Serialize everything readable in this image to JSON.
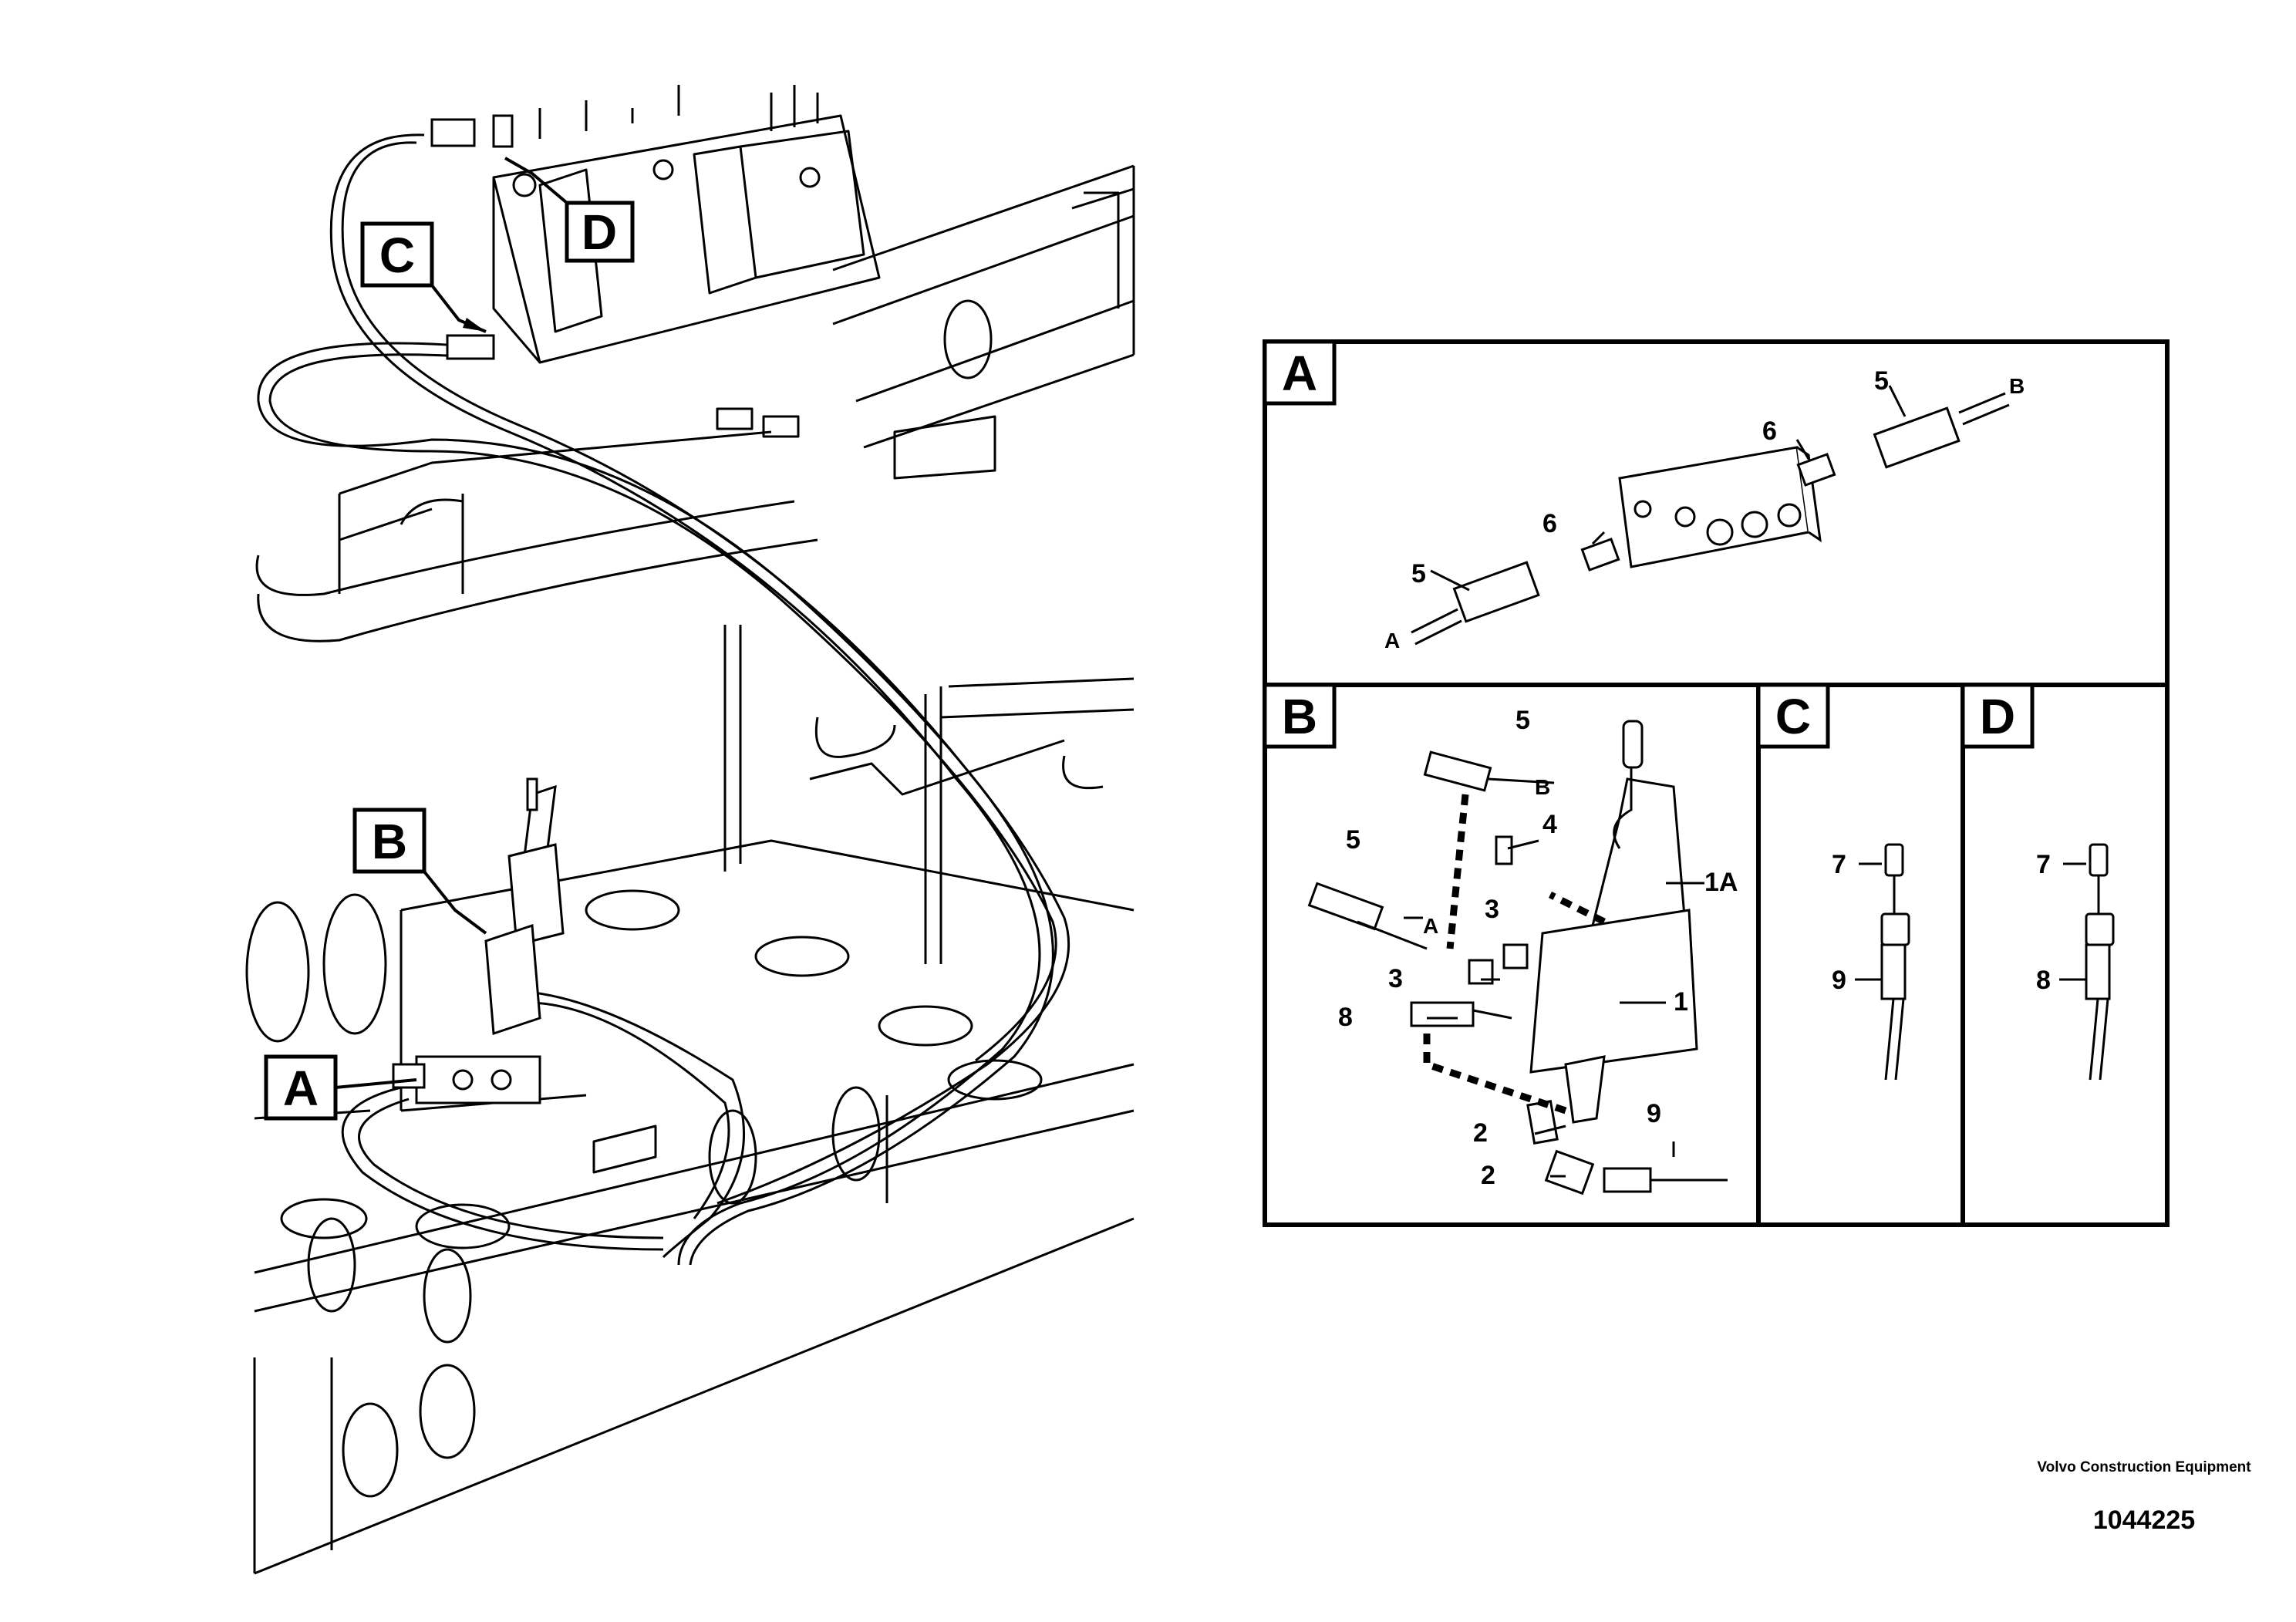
{
  "overview": {
    "callouts": {
      "A": "A",
      "B": "B",
      "C": "C",
      "D": "D"
    }
  },
  "detail_panels": {
    "A": {
      "title": "A",
      "labels": {
        "five_upper": "5",
        "b_end": "B",
        "six_upper": "6",
        "six_lower": "6",
        "five_lower": "5",
        "a_end": "A"
      }
    },
    "B": {
      "title": "B",
      "labels": {
        "five_top": "5",
        "b_end": "B",
        "four": "4",
        "one_a": "1A",
        "five_left": "5",
        "a_end": "A",
        "three_a": "3",
        "three_b": "3",
        "one": "1",
        "eight": "8",
        "two_a": "2",
        "nine": "9",
        "two_b": "2"
      }
    },
    "C": {
      "title": "C",
      "labels": {
        "seven": "7",
        "nine": "9"
      }
    },
    "D": {
      "title": "D",
      "labels": {
        "seven": "7",
        "eight": "8"
      }
    }
  },
  "footer": {
    "company": "Volvo Construction Equipment",
    "drawing_number": "1044225"
  }
}
